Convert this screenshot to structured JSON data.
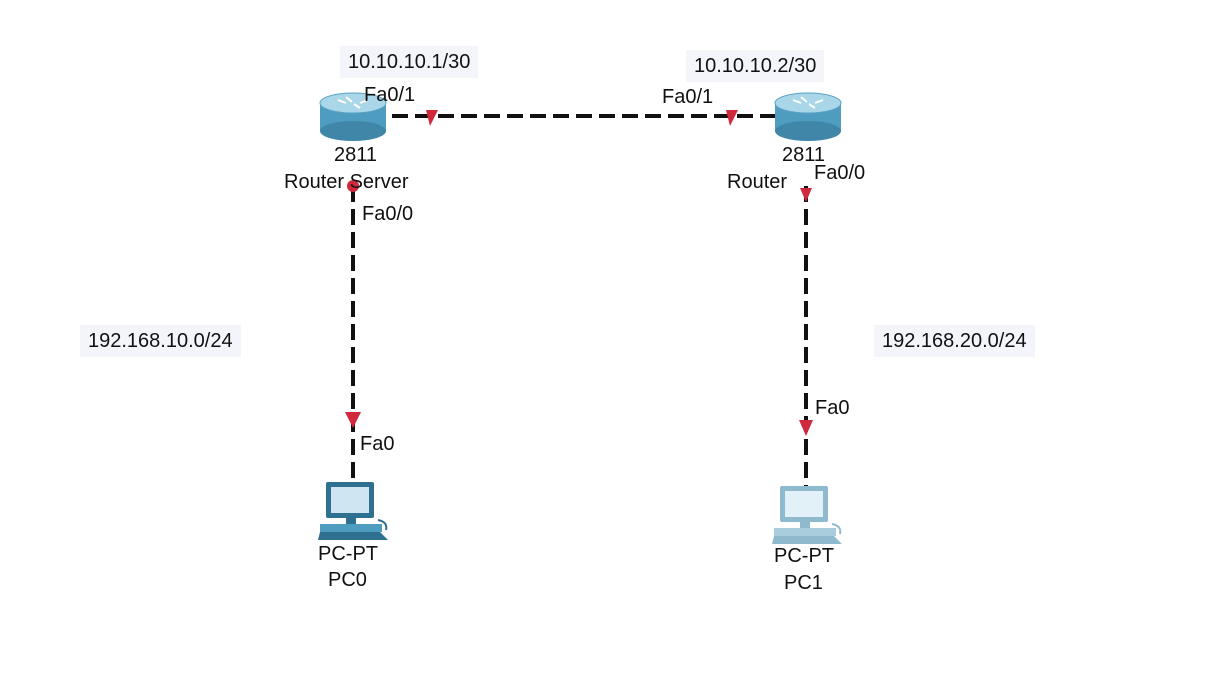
{
  "notes": {
    "wan_left": "10.10.10.1/30",
    "wan_right": "10.10.10.2/30",
    "lan_left": "192.168.10.0/24",
    "lan_right": "192.168.20.0/24"
  },
  "routers": [
    {
      "model": "2811",
      "name": "Router Server",
      "port_link": "Fa0/1",
      "port_lan": "Fa0/0"
    },
    {
      "model": "2811",
      "name": "Router",
      "port_link": "Fa0/1",
      "port_lan": "Fa0/0"
    }
  ],
  "pcs": [
    {
      "model": "PC-PT",
      "name": "PC0",
      "port": "Fa0"
    },
    {
      "model": "PC-PT",
      "name": "PC1",
      "port": "Fa0"
    }
  ],
  "colors": {
    "cable": "#111111",
    "link_marker": "#d0283c",
    "router_body": "#4e9cc0",
    "router_top": "#a9d6e8",
    "pc_screen": "#cfe6f2",
    "note_bg": "#f4f5fb"
  }
}
